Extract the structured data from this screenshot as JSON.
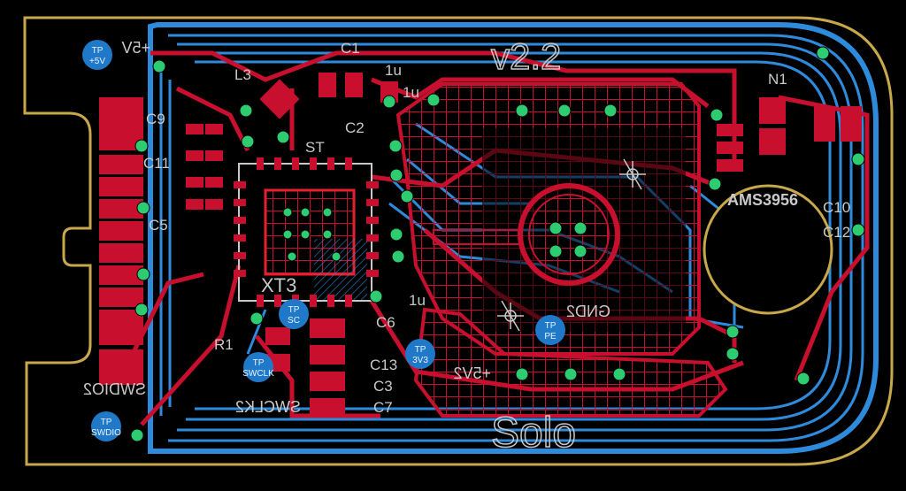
{
  "board": {
    "version_label": "v2.2",
    "product_label": "Solo",
    "chip_label": "AMS3956",
    "colors": {
      "background": "#000000",
      "outline": "#c8a84a",
      "top_copper": "#c8102e",
      "bottom_copper": "#2e8bdc",
      "silkscreen": "#c8c8c8",
      "via": "#2ecc71",
      "testpoint": "#1f78c8"
    }
  },
  "testpoints": [
    {
      "name": "tp-5v",
      "line1": "TP",
      "line2": "+5V"
    },
    {
      "name": "tp-swclk",
      "line1": "TP",
      "line2": "SWCLK"
    },
    {
      "name": "tp-swdio",
      "line1": "TP",
      "line2": "SWDIO"
    },
    {
      "name": "tp-3v3",
      "line1": "TP",
      "line2": "3V3"
    },
    {
      "name": "tp-pe",
      "line1": "TP",
      "line2": "PE"
    },
    {
      "name": "tp-sc",
      "line1": "TP",
      "line2": "SC"
    }
  ],
  "labels": {
    "c1": "C1",
    "l3": "L3",
    "u1a": "1u",
    "u1b": "1u",
    "c2": "C2",
    "st": "ST",
    "c9": "C9",
    "c11": "C11",
    "c5": "C5",
    "r1": "R1",
    "c6": "C6",
    "u1c": "1u",
    "c13": "C13",
    "c3": "C3",
    "c7": "C7",
    "n1": "N1",
    "xt": "XT3",
    "swdio_mir": "SWDIO2",
    "swclk_mir": "SWCLK2",
    "gnd_mir": "GND2",
    "v5_mir": "+5V2",
    "v5_top_mir": "+5V",
    "c10": "C10",
    "c12": "C12"
  }
}
